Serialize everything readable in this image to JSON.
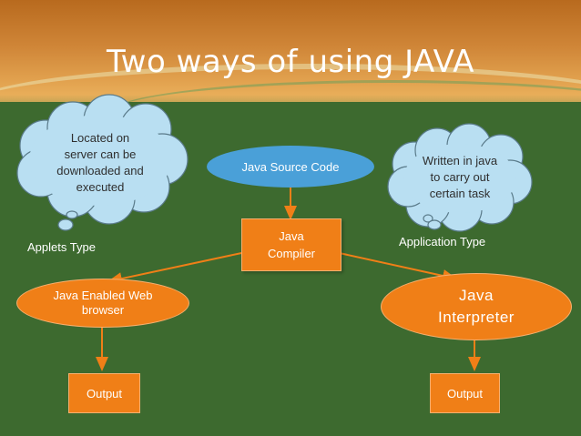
{
  "title": "Two ways of using JAVA",
  "nodes": {
    "source": "Java Source Code",
    "compiler": "Java\nCompiler",
    "browser": "Java Enabled Web\nbrowser",
    "interpreter": "Java\nInterpreter",
    "output_left": "Output",
    "output_right": "Output"
  },
  "labels": {
    "applets": "Applets Type",
    "application": "Application Type"
  },
  "callouts": {
    "left": "Located on\nserver can be\ndownloaded and\nexecuted",
    "right": "Written in java\nto carry out\ncertain task"
  },
  "colors": {
    "background": "#3d6a2f",
    "banner": "#cf8537",
    "source_fill": "#4aa0d8",
    "orange_fill": "#f07f17",
    "cloud_fill": "#b9dff2",
    "arrow": "#f07f17"
  }
}
